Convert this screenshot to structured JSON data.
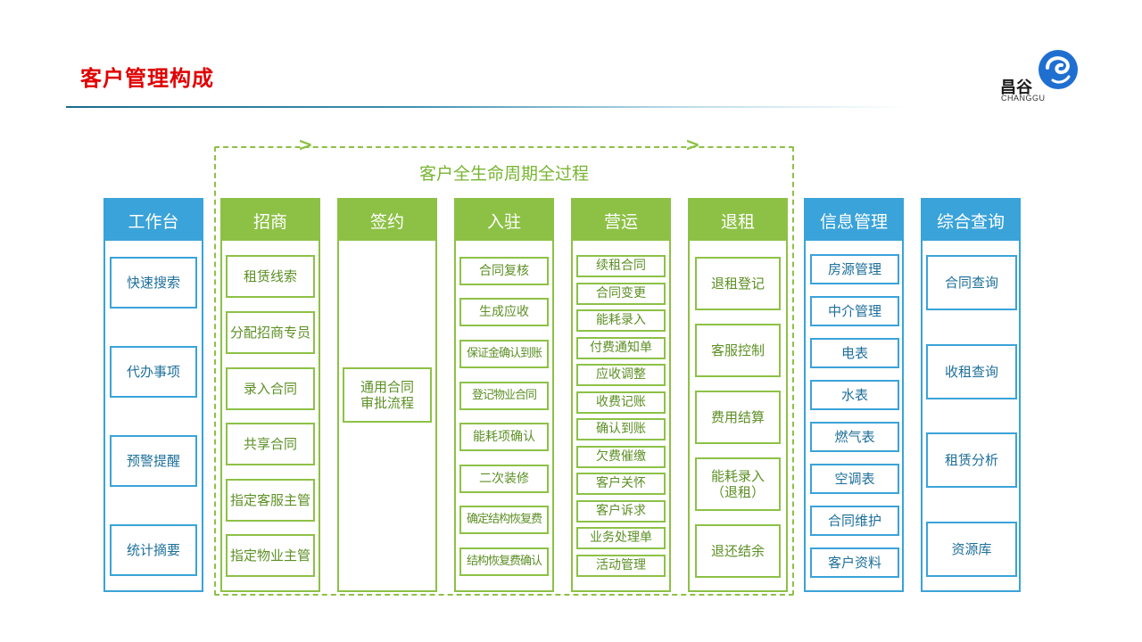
{
  "title": "客户管理构成",
  "logo": {
    "text": "昌谷",
    "sub": "CHANGGU"
  },
  "lifecycle_label": "客户全生命周期全过程",
  "colors": {
    "blue": "#3aa3d9",
    "green": "#8dc146",
    "title_red": "#e00000"
  },
  "columns": [
    {
      "header": "工作台",
      "items": [
        "快速搜索",
        "代办事项",
        "预警提醒",
        "统计摘要"
      ]
    },
    {
      "header": "招商",
      "items": [
        "租赁线索",
        "分配招商专员",
        "录入合同",
        "共享合同",
        "指定客服主管",
        "指定物业主管"
      ]
    },
    {
      "header": "签约",
      "items": [
        "通用合同审批流程"
      ]
    },
    {
      "header": "入驻",
      "items": [
        "合同复核",
        "生成应收",
        "保证金确认到账",
        "登记物业合同",
        "能耗项确认",
        "二次装修",
        "确定结构恢复费",
        "结构恢复费确认"
      ]
    },
    {
      "header": "营运",
      "items": [
        "续租合同",
        "合同变更",
        "能耗录入",
        "付费通知单",
        "应收调整",
        "收费记账",
        "确认到账",
        "欠费催缴",
        "客户关怀",
        "客户诉求",
        "业务处理单",
        "活动管理"
      ]
    },
    {
      "header": "退租",
      "items": [
        "退租登记",
        "客服控制",
        "费用结算",
        "能耗录入（退租）",
        "退还结余"
      ]
    },
    {
      "header": "信息管理",
      "items": [
        "房源管理",
        "中介管理",
        "电表",
        "水表",
        "燃气表",
        "空调表",
        "合同维护",
        "客户资料"
      ]
    },
    {
      "header": "综合查询",
      "items": [
        "合同查询",
        "收租查询",
        "租赁分析",
        "资源库"
      ]
    }
  ]
}
